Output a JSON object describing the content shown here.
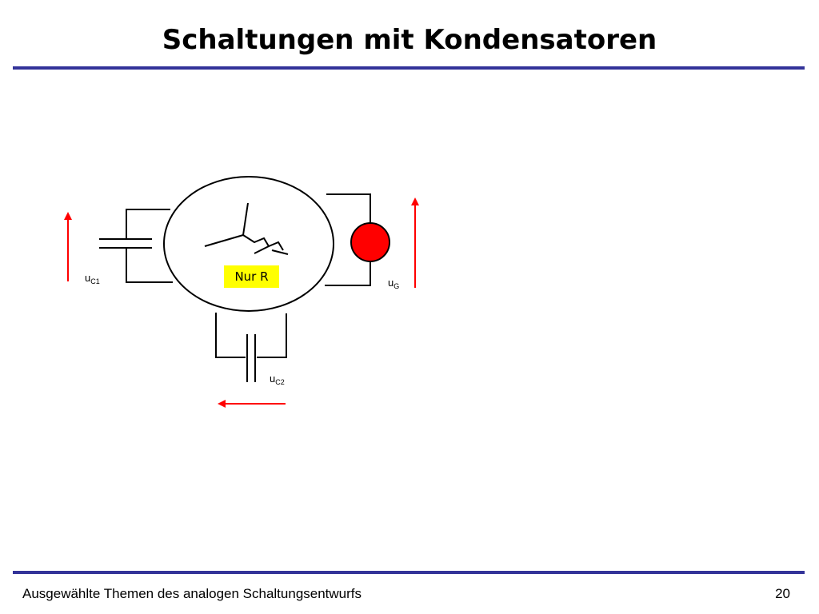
{
  "slide": {
    "title": "Schaltungen mit Kondensatoren"
  },
  "diagram": {
    "block_label": "Nur R",
    "labels": {
      "uc1_main": "u",
      "uc1_sub": "C1",
      "ug_main": "u",
      "ug_sub": "G",
      "uc2_main": "u",
      "uc2_sub": "C2"
    },
    "colors": {
      "arrow": "#ff0000",
      "source_fill": "#ff0000",
      "block_highlight": "#ffff00",
      "rule": "#333399"
    }
  },
  "footer": {
    "course": "Ausgewählte Themen des analogen Schaltungsentwurfs",
    "page_number": "20"
  }
}
